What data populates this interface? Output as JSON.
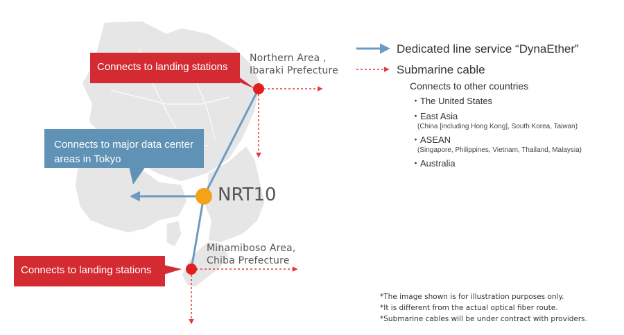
{
  "callouts": {
    "north_landing": "Connects to landing stations",
    "tokyo": "Connects to major data center areas in Tokyo",
    "south_landing": "Connects to landing stations"
  },
  "locations": {
    "north": "Northern Area ,\nIbaraki Prefecture",
    "south": "Minamiboso Area,\nChiba Prefecture",
    "hub": "NRT10"
  },
  "legend": {
    "dedicated": "Dedicated line service “DynaEther”",
    "submarine": "Submarine cable"
  },
  "countries": {
    "title": "Connects to other countries",
    "items": [
      {
        "name": "・The United States",
        "detail": ""
      },
      {
        "name": "・East Asia",
        "detail": "(China [including Hong Kong], South Korea, Taiwan)"
      },
      {
        "name": "・ASEAN",
        "detail": "(Singapore, Philippines, Vietnam, Thailand, Malaysia)"
      },
      {
        "name": "・Australia",
        "detail": ""
      }
    ]
  },
  "notes": [
    "*The image shown is for illustration purposes only.",
    "*It is different from the actual optical fiber route.",
    "*Submarine cables will be under contract with providers."
  ],
  "colors": {
    "land": "#e6e6e6",
    "land_border": "#ffffff",
    "dedicated_line": "#6b9bc3",
    "submarine": "#e03a3a",
    "station": "#e02020",
    "hub": "#f5a21b",
    "callout_red": "#d42a32",
    "callout_blue": "#5f92b5"
  }
}
